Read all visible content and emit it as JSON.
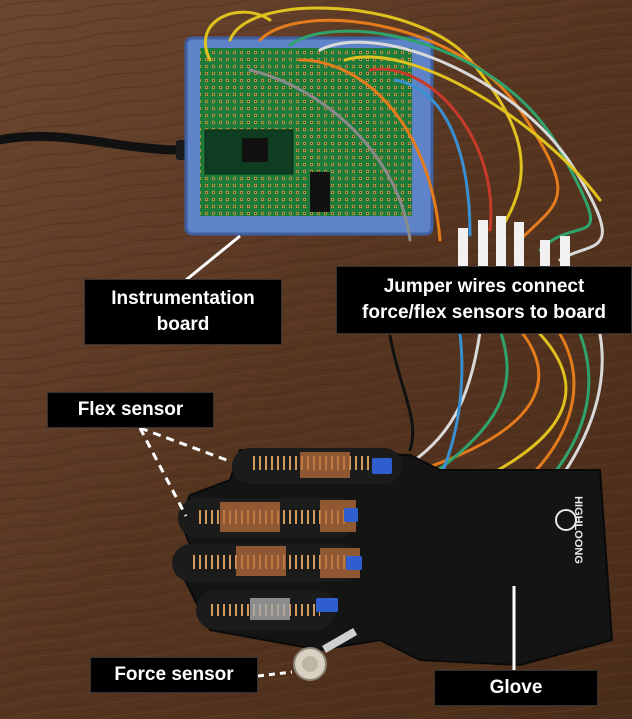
{
  "labels": {
    "instrumentation": {
      "line1": "Instrumentation",
      "line2": "board"
    },
    "jumper": {
      "line1": "Jumper wires connect",
      "line2": "force/flex sensors to board"
    },
    "flex": "Flex sensor",
    "force": "Force sensor",
    "glove": "Glove"
  },
  "glove_logo": "HIGHLOONG",
  "colors": {
    "table": "#5a3a24",
    "board_case": "#5f83c9",
    "pcb": "#1f7a3a",
    "glove": "#141414",
    "copper_tape": "#b86c3c",
    "label_bg": "#000000",
    "label_text": "#ffffff"
  }
}
